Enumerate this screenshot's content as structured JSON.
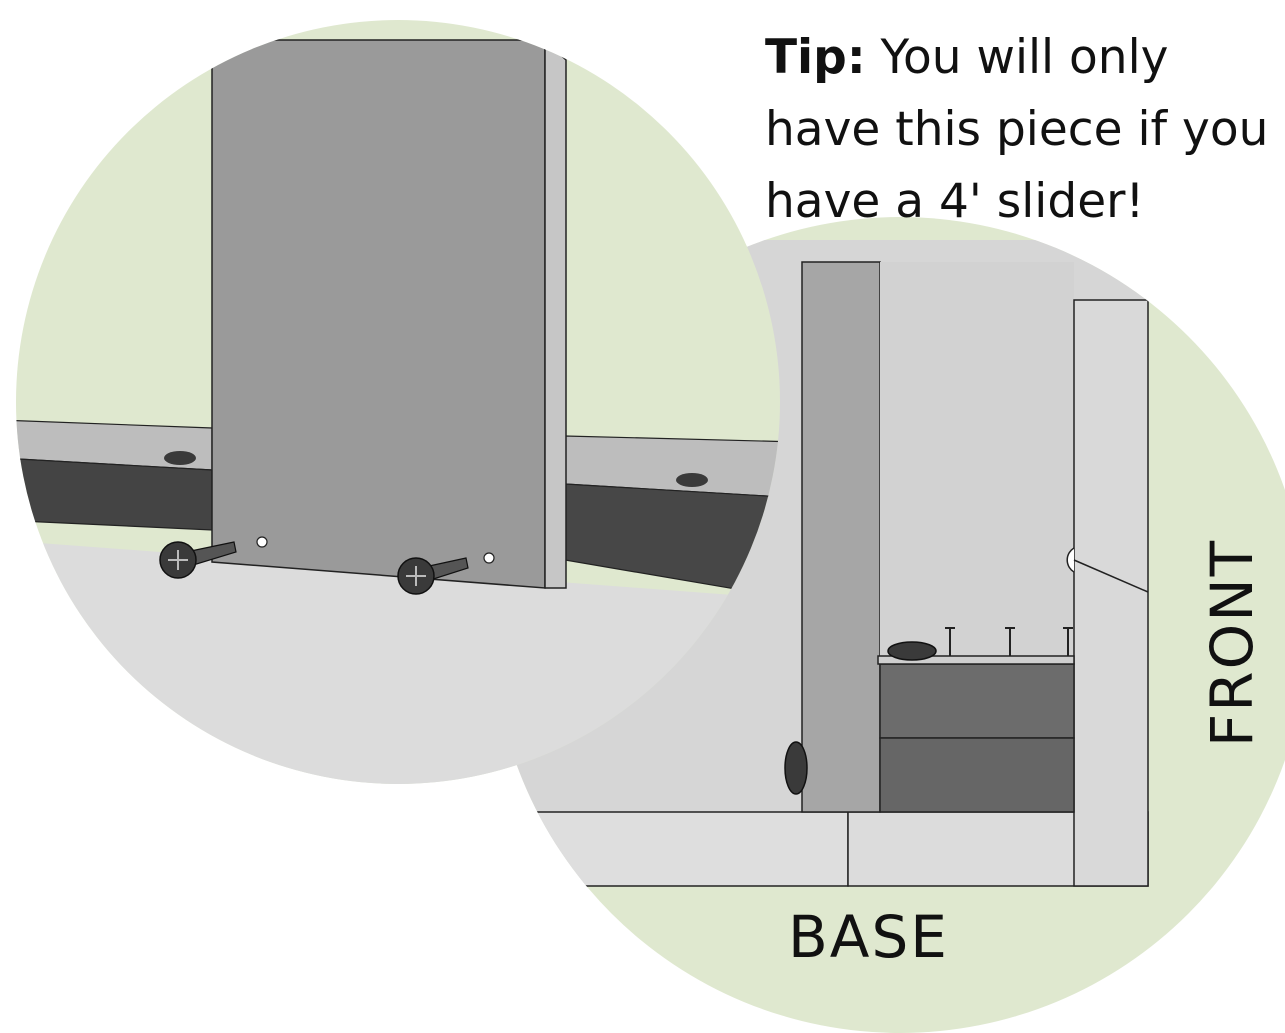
{
  "tip": {
    "prefix": "Tip:",
    "text": " You will only have this piece if you have a 4' slider!"
  },
  "labels": {
    "base": "BASE",
    "front": "FRONT"
  },
  "colors": {
    "circle_fill": "#dfe8cf",
    "panel_face": "#9a9a9a",
    "panel_edge": "#c8c8c8",
    "floor": "#dcdcdc",
    "rail_dark": "#4a4a4a",
    "frame_light": "#d2d2d2",
    "block_dark": "#6b6b6b",
    "screw": "#2e2e2e"
  }
}
